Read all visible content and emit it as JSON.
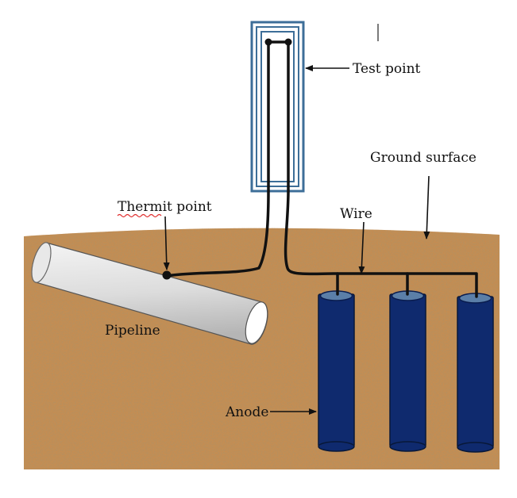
{
  "labels": {
    "test_point": "Test point",
    "ground_surface": "Ground surface",
    "thermit_point": "Thermit point",
    "wire": "Wire",
    "pipeline": "Pipeline",
    "anode": "Anode"
  },
  "colors": {
    "soil": "#c58d52",
    "soil_dark": "#8a5a2c",
    "soil_light": "#e2b27c",
    "anode": "#0f2a6e",
    "anode_cap": "#5b7fa8",
    "test_box": "#3d6e98",
    "pipe_light": "#f2f2f2",
    "pipe_dark": "#bdbdbd",
    "wire": "#111111",
    "spellcheck": "#e03030"
  },
  "icons": {
    "arrow": "arrow-icon"
  }
}
